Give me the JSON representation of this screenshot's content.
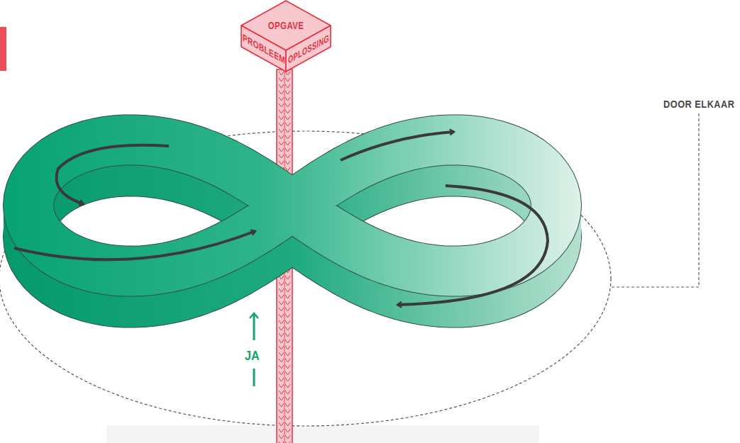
{
  "diagram": {
    "nodes": [
      {
        "text": [
          "OPGAVE",
          "PROBLEEM",
          "OPLOSSING"
        ]
      }
    ],
    "labels": [
      "DOOR ELKAAR",
      "JA"
    ]
  }
}
